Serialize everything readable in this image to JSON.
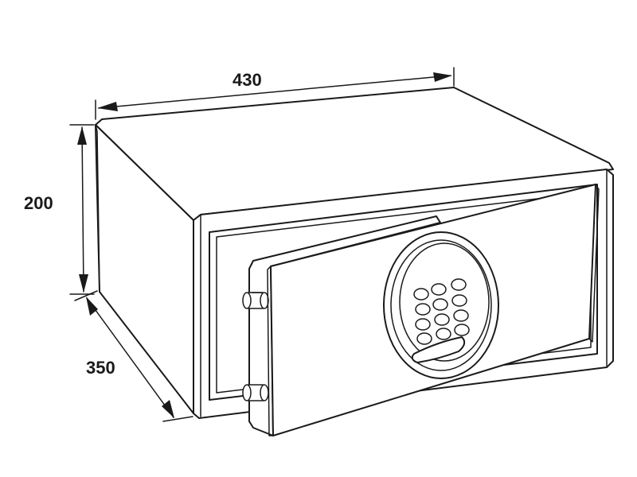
{
  "dimensions": {
    "width_label": "430",
    "height_label": "200",
    "depth_label": "350"
  }
}
